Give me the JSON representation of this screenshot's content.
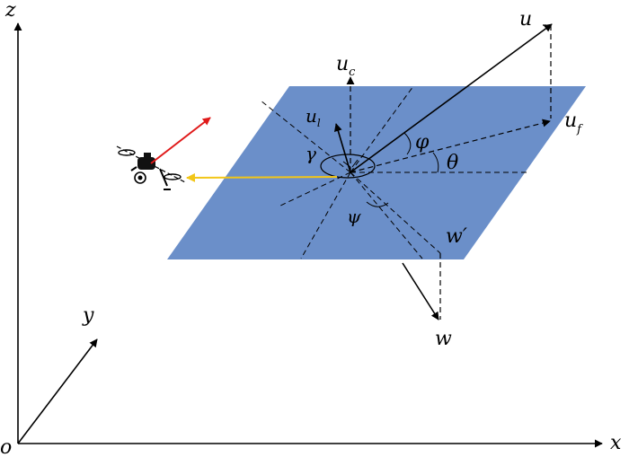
{
  "axes": {
    "origin": "o",
    "x": "x",
    "y": "y",
    "z": "z"
  },
  "vectors": {
    "u": "u",
    "u_c": {
      "base": "u",
      "sub": "c"
    },
    "u_l": {
      "base": "u",
      "sub": "l"
    },
    "u_f": {
      "base": "u",
      "sub": "f"
    },
    "w": "w",
    "w_prime": "w′"
  },
  "angles": {
    "phi": "φ",
    "theta": "θ",
    "gamma": "γ",
    "psi": "ψ"
  },
  "colors": {
    "plane": "#6b8fc9",
    "velocity_arrow": "#e01a1a",
    "projection_arrow": "#f2c618",
    "ink": "#000000"
  },
  "icons": {
    "drone": "quadrotor-drone-icon"
  }
}
